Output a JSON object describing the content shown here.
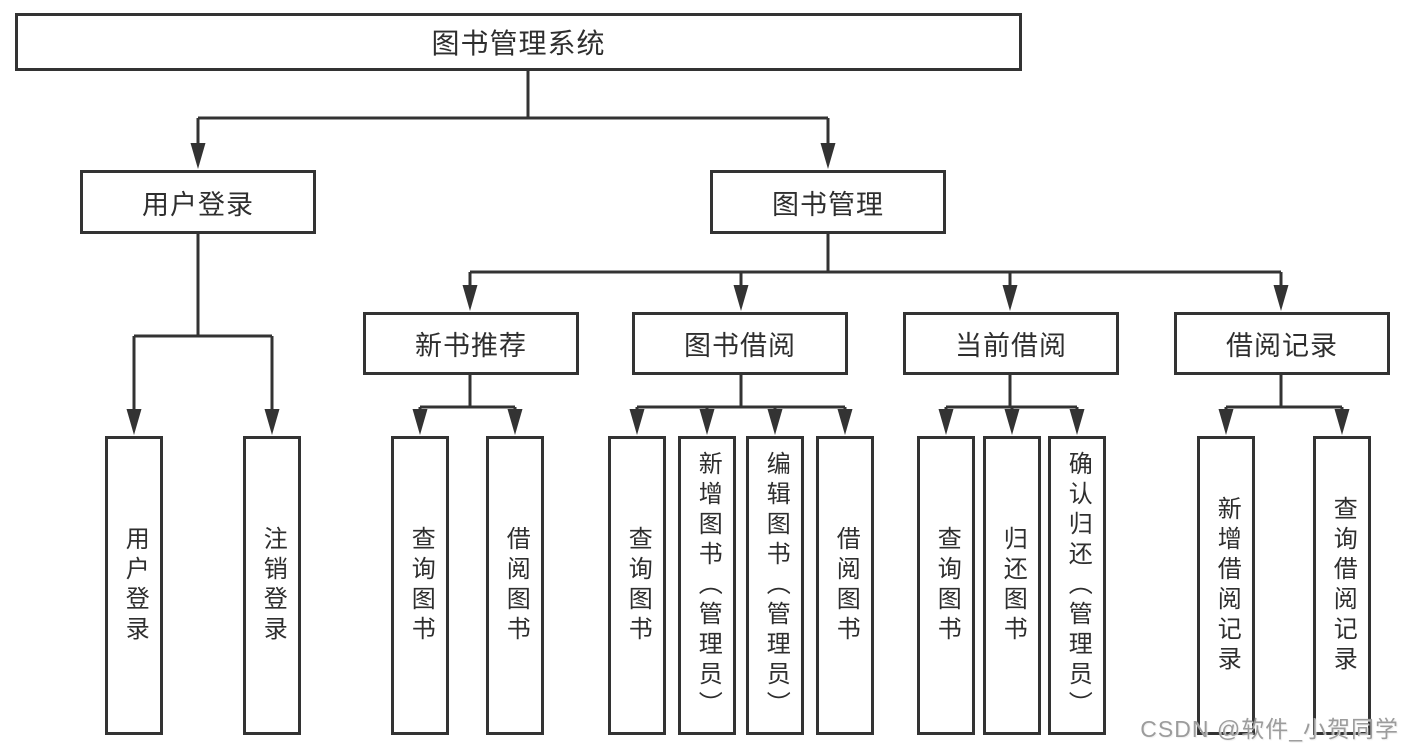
{
  "nodes": {
    "root": "图书管理系统",
    "level2": [
      {
        "label": "用户登录"
      },
      {
        "label": "图书管理"
      }
    ],
    "level3": [
      {
        "label": "新书推荐"
      },
      {
        "label": "图书借阅"
      },
      {
        "label": "当前借阅"
      },
      {
        "label": "借阅记录"
      }
    ]
  },
  "leaves": {
    "user": [
      "用户登录",
      "注销登录"
    ],
    "recommend": [
      "查询图书",
      "借阅图书"
    ],
    "borrow": [
      "查询图书",
      "新增图书（管理员）",
      "编辑图书（管理员）",
      "借阅图书"
    ],
    "current": [
      "查询图书",
      "归还图书",
      "确认归还（管理员）"
    ],
    "records": [
      "新增借阅记录",
      "查询借阅记录"
    ]
  },
  "watermark": "CSDN @软件_小贺同学",
  "colors": {
    "line": "#333333",
    "text": "#2e2e2e",
    "watermark": "#9c9c9c",
    "background": "#ffffff"
  }
}
